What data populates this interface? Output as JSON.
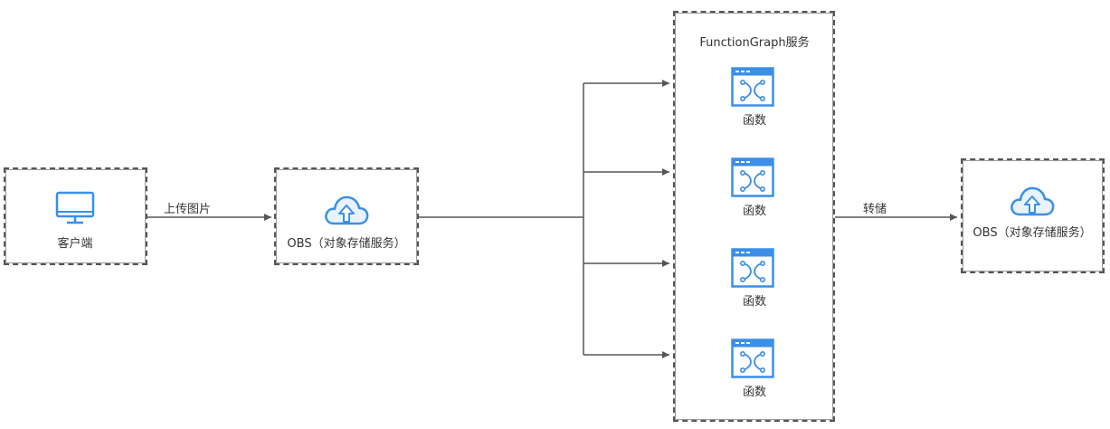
{
  "client": {
    "label": "客户端",
    "icon": "monitor-icon"
  },
  "edge_upload": {
    "label": "上传图片"
  },
  "obs_source": {
    "label": "OBS（对象存储服务）",
    "icon": "cloud-upload-icon"
  },
  "functiongraph": {
    "title": "FunctionGraph服务",
    "functions": [
      {
        "label": "函数",
        "icon": "function-icon"
      },
      {
        "label": "函数",
        "icon": "function-icon"
      },
      {
        "label": "函数",
        "icon": "function-icon"
      },
      {
        "label": "函数",
        "icon": "function-icon"
      }
    ]
  },
  "edge_store": {
    "label": "转储"
  },
  "obs_target": {
    "label": "OBS（对象存储服务）",
    "icon": "cloud-upload-icon"
  },
  "colors": {
    "icon_blue": "#3b8fe8",
    "line": "#555555"
  }
}
